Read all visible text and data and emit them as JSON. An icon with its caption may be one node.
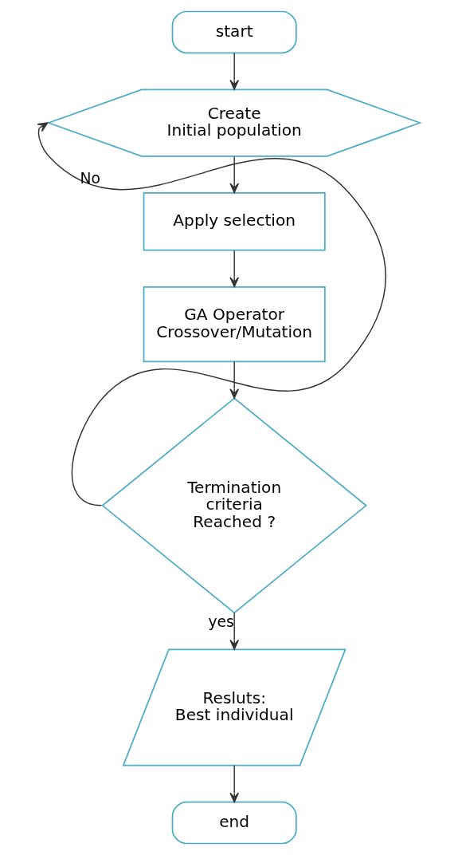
{
  "diagram": {
    "nodes": [
      {
        "text": [
          "start"
        ]
      },
      {
        "text": [
          "Create Initial population"
        ]
      },
      {
        "text": [
          "Apply selection"
        ]
      },
      {
        "text": [
          "GA Operator Crossover/Mutation"
        ]
      },
      {
        "text": [
          "Termination criteria Reached ?"
        ]
      },
      {
        "text": [
          "Resluts: Best individual"
        ]
      },
      {
        "text": [
          "end"
        ]
      }
    ],
    "edges": [
      {
        "from": 0,
        "to": 1,
        "arrow": "to"
      },
      {
        "from": 1,
        "to": 2,
        "arrow": "to"
      },
      {
        "from": 2,
        "to": 3,
        "arrow": "to"
      },
      {
        "from": 3,
        "to": 4,
        "arrow": "to"
      },
      {
        "from": 4,
        "to": 1,
        "arrow": "to",
        "label": "No"
      },
      {
        "from": 4,
        "to": 5,
        "arrow": "to",
        "label": "yes"
      },
      {
        "from": 5,
        "to": 6,
        "arrow": "to"
      }
    ]
  }
}
